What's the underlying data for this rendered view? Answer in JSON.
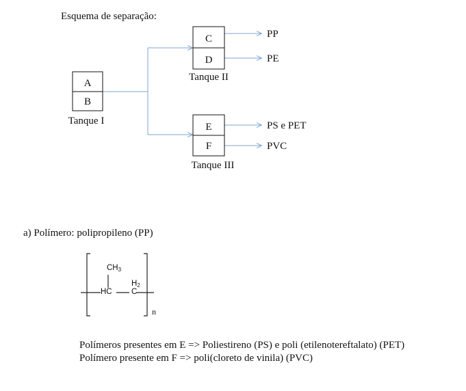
{
  "scheme": {
    "title": "Esquema de separação:",
    "tank1": {
      "top": "A",
      "bottom": "B",
      "label": "Tanque I"
    },
    "tank2": {
      "top": "C",
      "bottom": "D",
      "label": "Tanque II"
    },
    "tank3": {
      "top": "E",
      "bottom": "F",
      "label": "Tanque III"
    },
    "outputs": {
      "c": "PP",
      "d": "PE",
      "e": "PS e PET",
      "f": "PVC"
    },
    "colors": {
      "arrow": "#7fa6cf",
      "box": "#111111"
    }
  },
  "answer": {
    "heading": "a) Polímero: polipropileno (PP)",
    "structure": {
      "ch3": "CH",
      "ch3_sub": "3",
      "hc": "HC",
      "h2": "H",
      "h2_sub": "2",
      "c": "C",
      "n": "n"
    },
    "line1": "Polímeros presentes em E => Poliestireno (PS) e poli (etilenotereftalato) (PET)",
    "line2": "Polímero presente em F => poli(cloreto de vinila) (PVC)"
  }
}
